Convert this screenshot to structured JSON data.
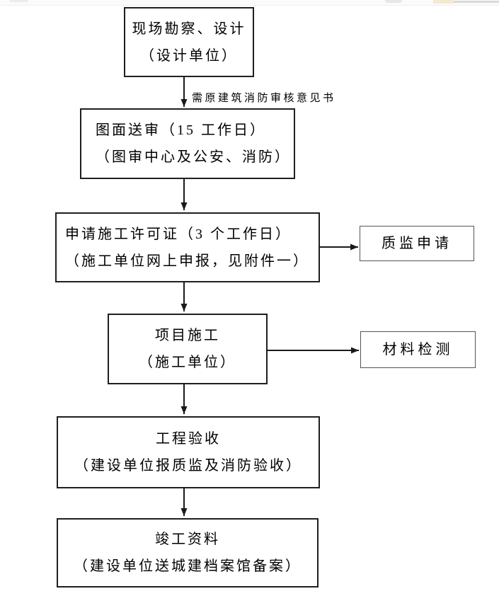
{
  "page": {
    "background": "#ffffff",
    "topbar": {
      "background": "#fbfbfb",
      "left_pill_color": "#ececec",
      "mid_pill_color": "#e7e7e6",
      "tan_block_color": "#f2ead2",
      "right_bar_color": "#d9d9d9"
    }
  },
  "flowchart": {
    "line_color": "#1a1a1a",
    "main_box_border": "#1f1f1f",
    "side_box_border": "#555555",
    "annotation": "需原建筑消防审核意见书",
    "nodes": [
      {
        "id": "site-survey",
        "lines": [
          "现场勘察、设计",
          "（设计单位）"
        ]
      },
      {
        "id": "drawing-review",
        "lines": [
          "图面送审（15 工作日）",
          "（图审中心及公安、消防）"
        ]
      },
      {
        "id": "construction-permit",
        "lines": [
          "申请施工许可证（3 个工作日）",
          "（施工单位网上申报，见附件一）"
        ]
      },
      {
        "id": "quality-supervision",
        "lines": [
          "质监申请"
        ]
      },
      {
        "id": "project-construction",
        "lines": [
          "项目施工",
          "（施工单位）"
        ]
      },
      {
        "id": "material-testing",
        "lines": [
          "材料检测"
        ]
      },
      {
        "id": "project-acceptance",
        "lines": [
          "工程验收",
          "（建设单位报质监及消防验收）"
        ]
      },
      {
        "id": "completion-archive",
        "lines": [
          "竣工资料",
          "（建设单位送城建档案馆备案）"
        ]
      }
    ]
  }
}
